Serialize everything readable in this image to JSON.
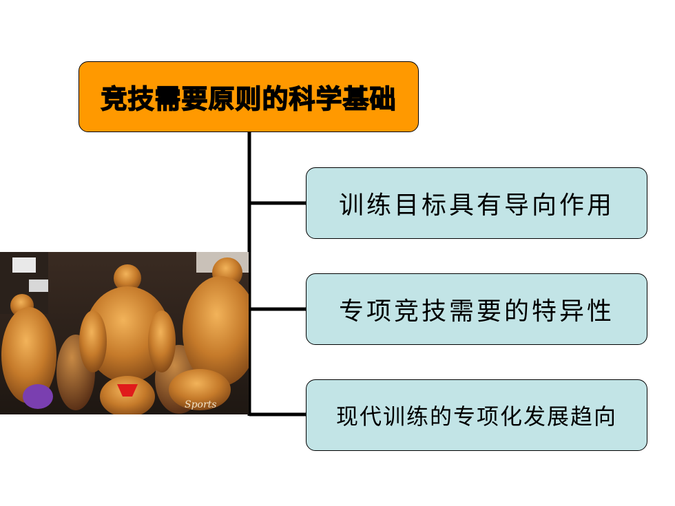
{
  "root": {
    "title": "竞技需要原则的科学基础"
  },
  "children": [
    {
      "label": "训练目标具有导向作用"
    },
    {
      "label": "专项竞技需要的特异性"
    },
    {
      "label": "现代训练的专项化发展趋向"
    }
  ],
  "colors": {
    "root_fill": "#FF9900",
    "child_fill": "#C2E4E6",
    "connector": "#000000"
  },
  "photo": {
    "watermark": "Sports"
  }
}
